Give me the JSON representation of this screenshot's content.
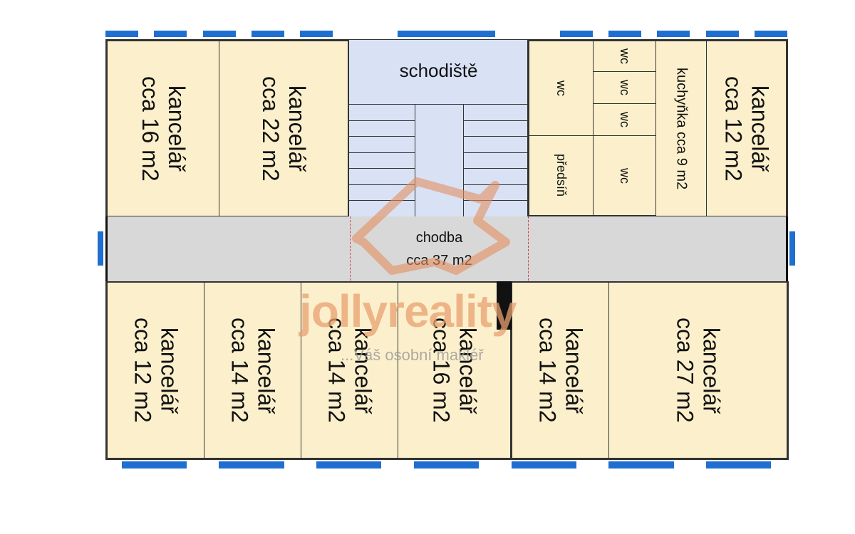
{
  "stairs": {
    "label": "schodiště"
  },
  "corridor": {
    "name": "chodba",
    "area": "cca 37 m2"
  },
  "top_rooms": [
    {
      "name": "kancelář",
      "area": "cca 16 m2"
    },
    {
      "name": "kancelář",
      "area": "cca 22 m2"
    },
    {
      "name": "kancelář",
      "area": "cca 12 m2"
    }
  ],
  "kitchen": "kuchyňka cca 9 m2",
  "wc_rooms": [
    "wc",
    "předsíň",
    "wc",
    "wc",
    "wc",
    "wc"
  ],
  "bottom_rooms": [
    {
      "name": "kancelář",
      "area": "cca 12 m2"
    },
    {
      "name": "kancelář",
      "area": "cca 14 m2"
    },
    {
      "name": "kancelář",
      "area": "cca 14 m2"
    },
    {
      "name": "kancelář",
      "area": "cca 16 m2"
    },
    {
      "name": "kancelář",
      "area": "cca 14 m2"
    },
    {
      "name": "kancelář",
      "area": "cca 27 m2"
    }
  ],
  "watermark": {
    "brand": "jollyreality",
    "tagline": "...Váš osobní makléř"
  },
  "colors": {
    "room": "#fcf0cc",
    "stairs": "#d9e1f5",
    "corridor": "#d8d8d8",
    "window": "#1f6fd1",
    "watermark": "#e8a070"
  }
}
